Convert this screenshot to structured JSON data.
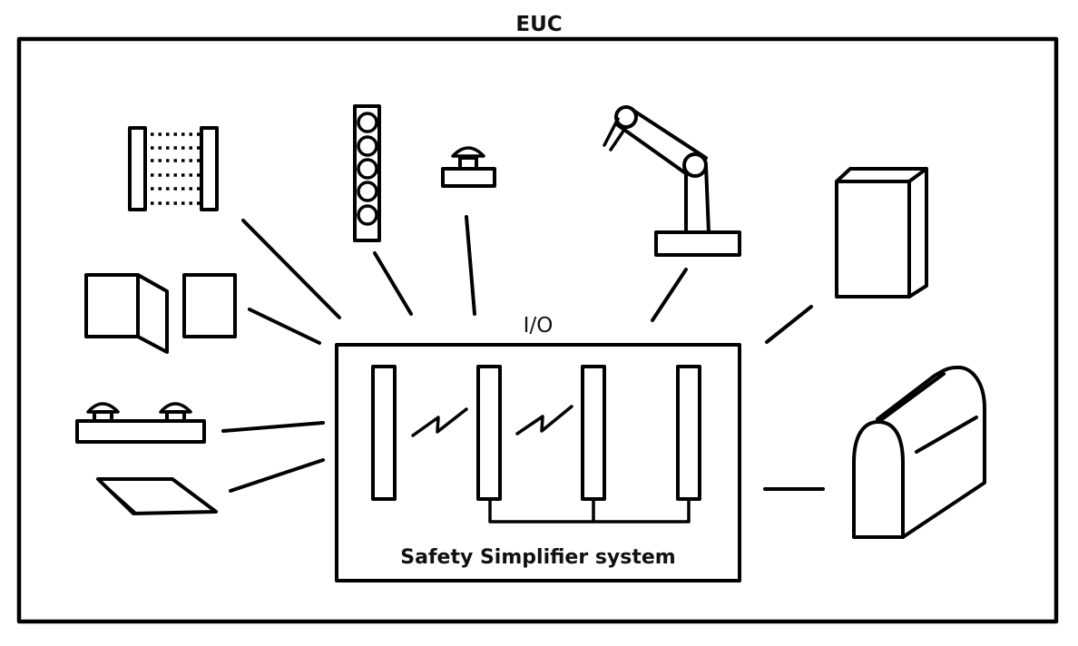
{
  "diagram": {
    "title": "EUC",
    "io_label": "I/O",
    "system_label": "Safety Simplifier system",
    "colors": {
      "stroke": "#000000",
      "background": "#ffffff"
    },
    "system_modules": [
      {
        "name": "module-1",
        "wireless_link_to_next": true
      },
      {
        "name": "module-2",
        "wireless_link_to_next": true
      },
      {
        "name": "module-3",
        "wireless_link_to_next": false
      },
      {
        "name": "module-4",
        "wireless_link_to_next": false
      }
    ],
    "wired_bus": [
      "module-2",
      "module-3",
      "module-4"
    ],
    "peripherals": [
      {
        "id": "light-curtain",
        "icon": "light-curtain-icon"
      },
      {
        "id": "signal-tower",
        "icon": "signal-tower-icon"
      },
      {
        "id": "emergency-stop",
        "icon": "emergency-stop-icon"
      },
      {
        "id": "robot-arm",
        "icon": "robot-arm-icon"
      },
      {
        "id": "control-cabinet",
        "icon": "cabinet-icon"
      },
      {
        "id": "door-switch",
        "icon": "door-switch-icon"
      },
      {
        "id": "two-hand-control",
        "icon": "two-hand-control-icon"
      },
      {
        "id": "safety-mat",
        "icon": "safety-mat-icon"
      },
      {
        "id": "machine-enclosure",
        "icon": "machine-enclosure-icon"
      }
    ]
  }
}
